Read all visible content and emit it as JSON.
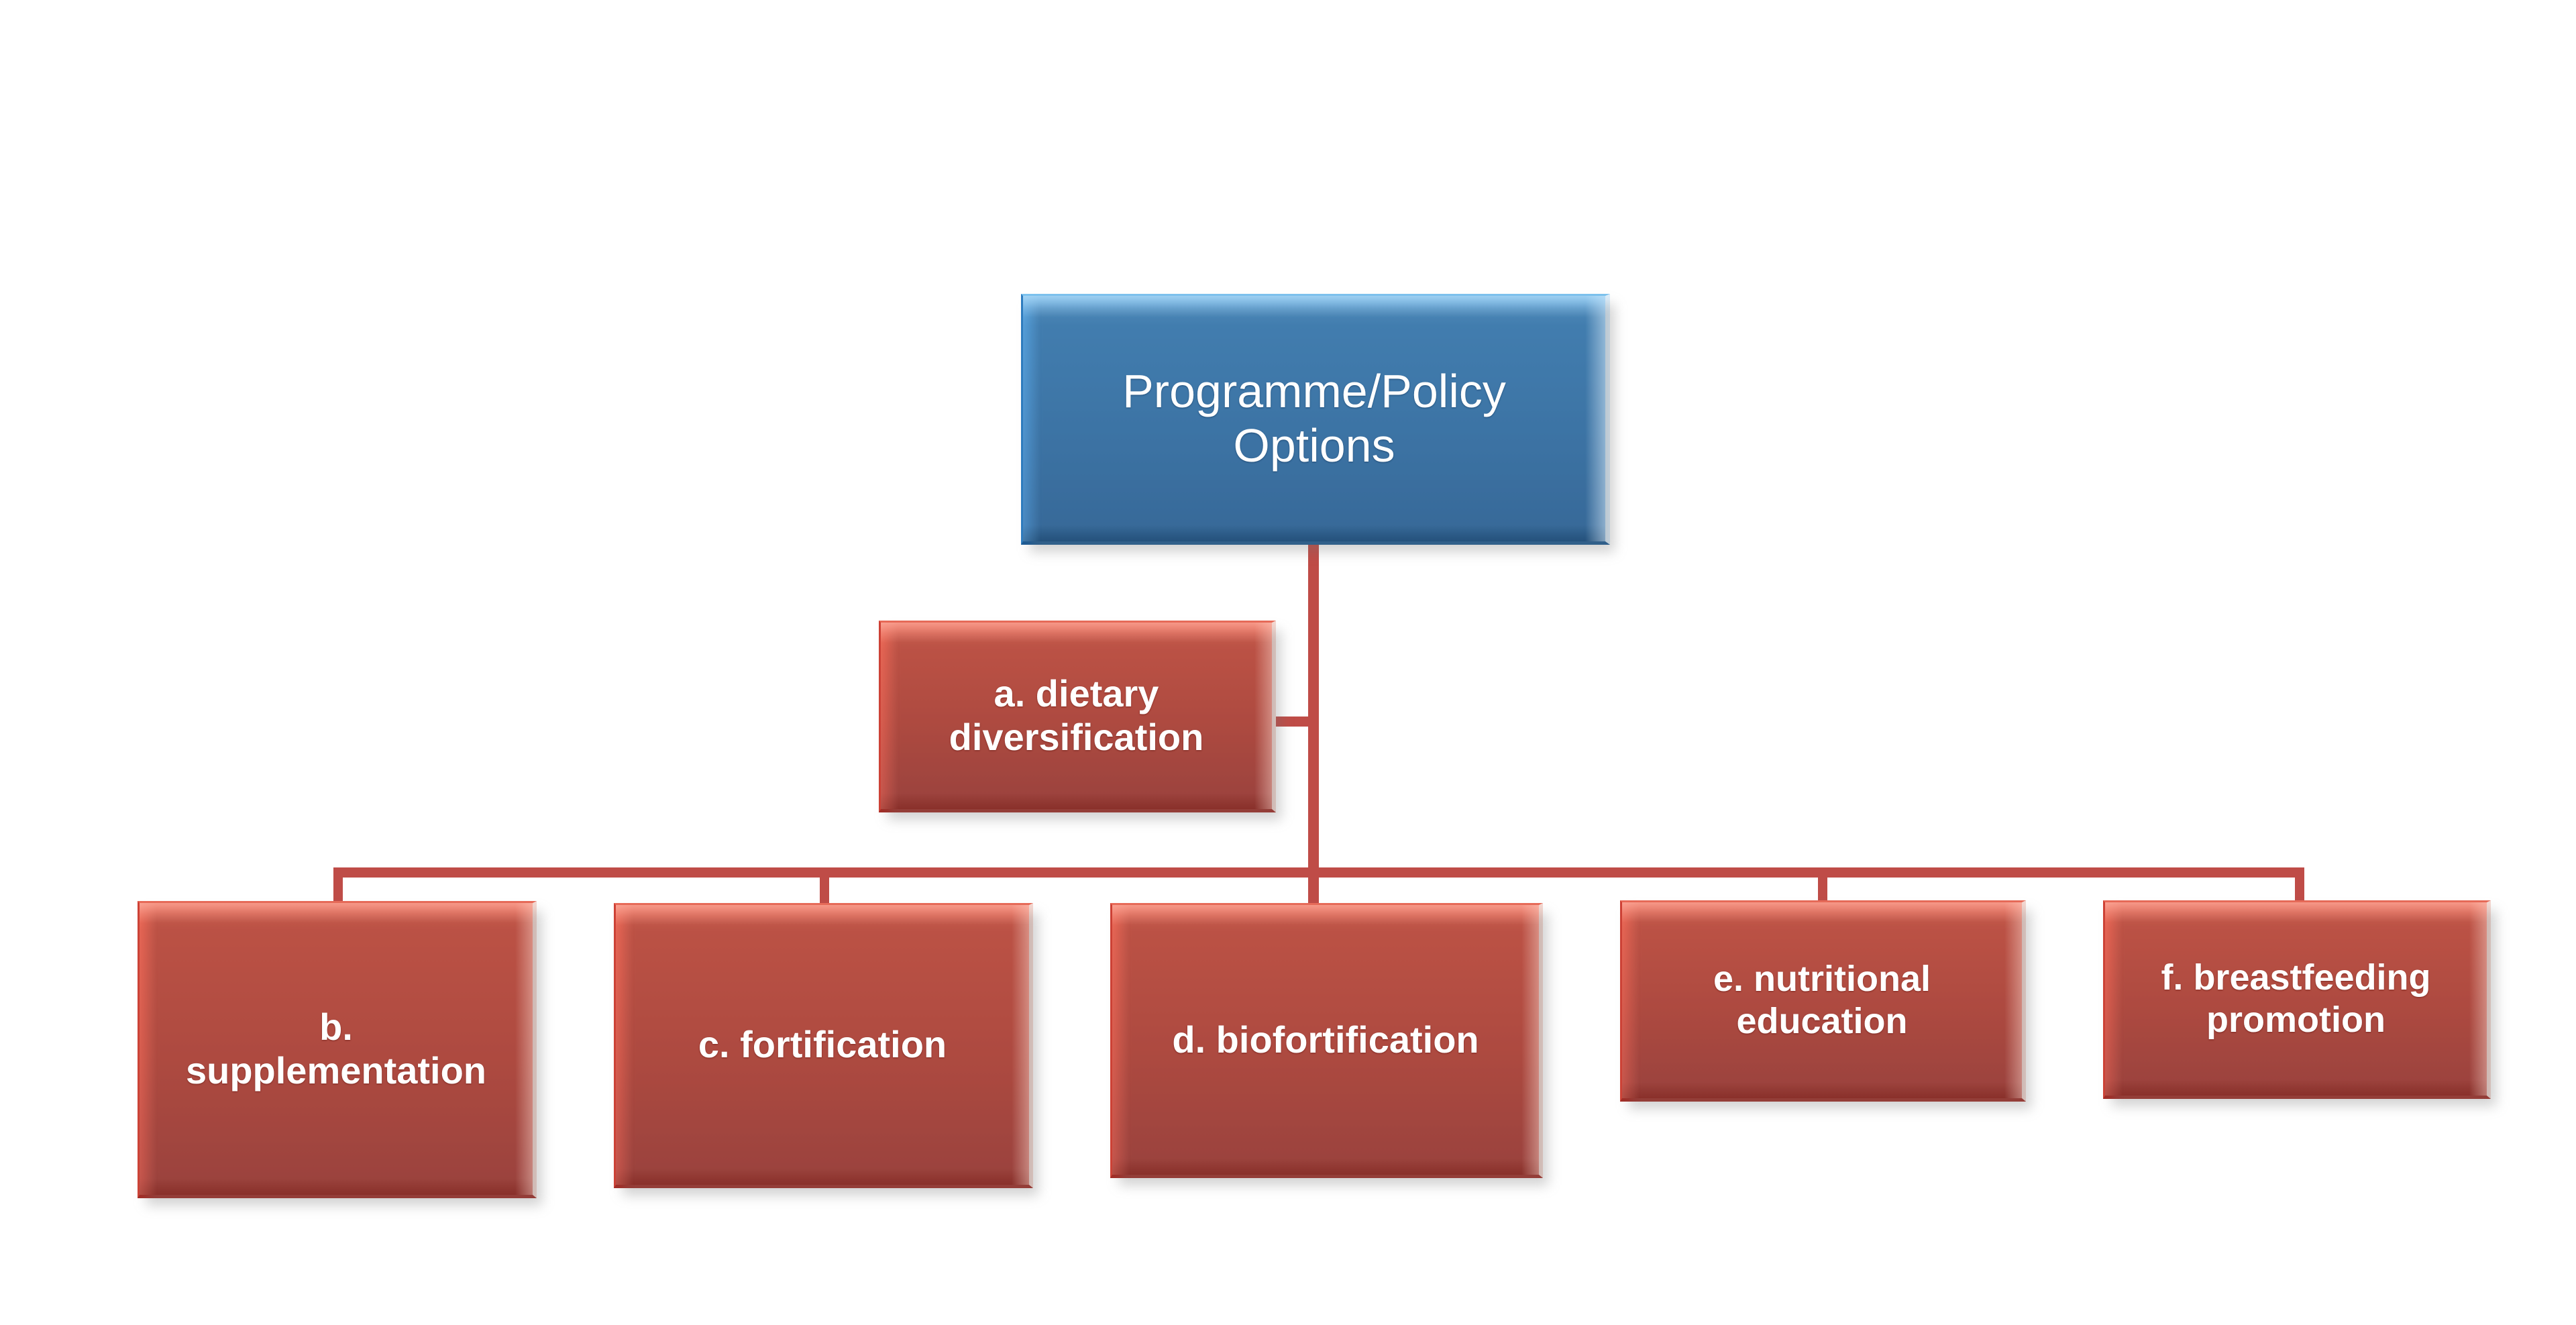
{
  "diagram": {
    "type": "hierarchy-org-chart",
    "background_color": "#ffffff",
    "colors": {
      "root_node": "#2877bd",
      "child_node": "#c93b2d",
      "connector": "#bf4c47",
      "label_text": "#ffffff"
    },
    "root": {
      "id": "programme-policy-options",
      "label": "Programme/Policy Options",
      "line1": "Programme/Policy",
      "line2": "Options",
      "color": "#2877bd"
    },
    "branch": {
      "id": "dietary-diversification",
      "label": "a. dietary diversification",
      "line1": "a. dietary",
      "line2": "diversification",
      "color": "#c93b2d"
    },
    "children": [
      {
        "id": "supplementation",
        "label": "b. supplementation",
        "line1": "b.",
        "line2": "supplementation",
        "color": "#c93b2d"
      },
      {
        "id": "fortification",
        "label": "c. fortification",
        "line1": "c. fortification",
        "line2": "",
        "color": "#c93b2d"
      },
      {
        "id": "biofortification",
        "label": "d. biofortification",
        "line1": "d. biofortification",
        "line2": "",
        "color": "#c93b2d"
      },
      {
        "id": "nutritional-education",
        "label": "e. nutritional education",
        "line1": "e. nutritional",
        "line2": "education",
        "color": "#c93b2d"
      },
      {
        "id": "breastfeeding-promotion",
        "label": "f. breastfeeding promotion",
        "line1": "f. breastfeeding",
        "line2": "promotion",
        "color": "#c93b2d"
      }
    ]
  }
}
